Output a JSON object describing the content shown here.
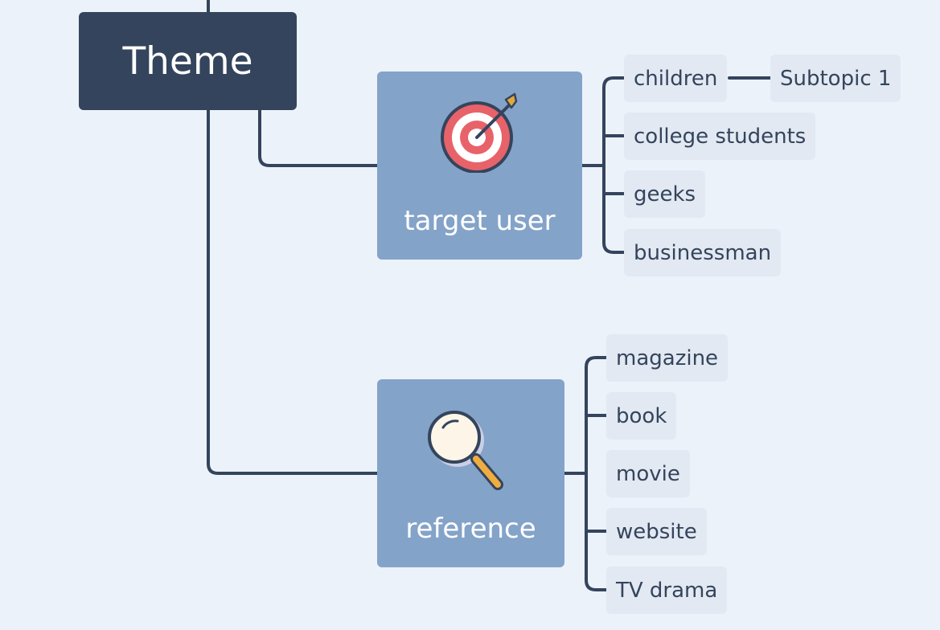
{
  "root": {
    "label": "Theme"
  },
  "topics": [
    {
      "label": "target user",
      "icon": "target-dart-icon",
      "children": [
        "children",
        "college students",
        "geeks",
        "businessman"
      ],
      "subtopic": "Subtopic 1"
    },
    {
      "label": "reference",
      "icon": "magnifying-glass-icon",
      "children": [
        "magazine",
        "book",
        "movie",
        "website",
        "TV drama"
      ]
    }
  ],
  "colors": {
    "background": "#ebf2fa",
    "root": "#34445c",
    "topic": "#84a3c9",
    "leaf": "#e2e9f2",
    "line": "#34445c"
  }
}
